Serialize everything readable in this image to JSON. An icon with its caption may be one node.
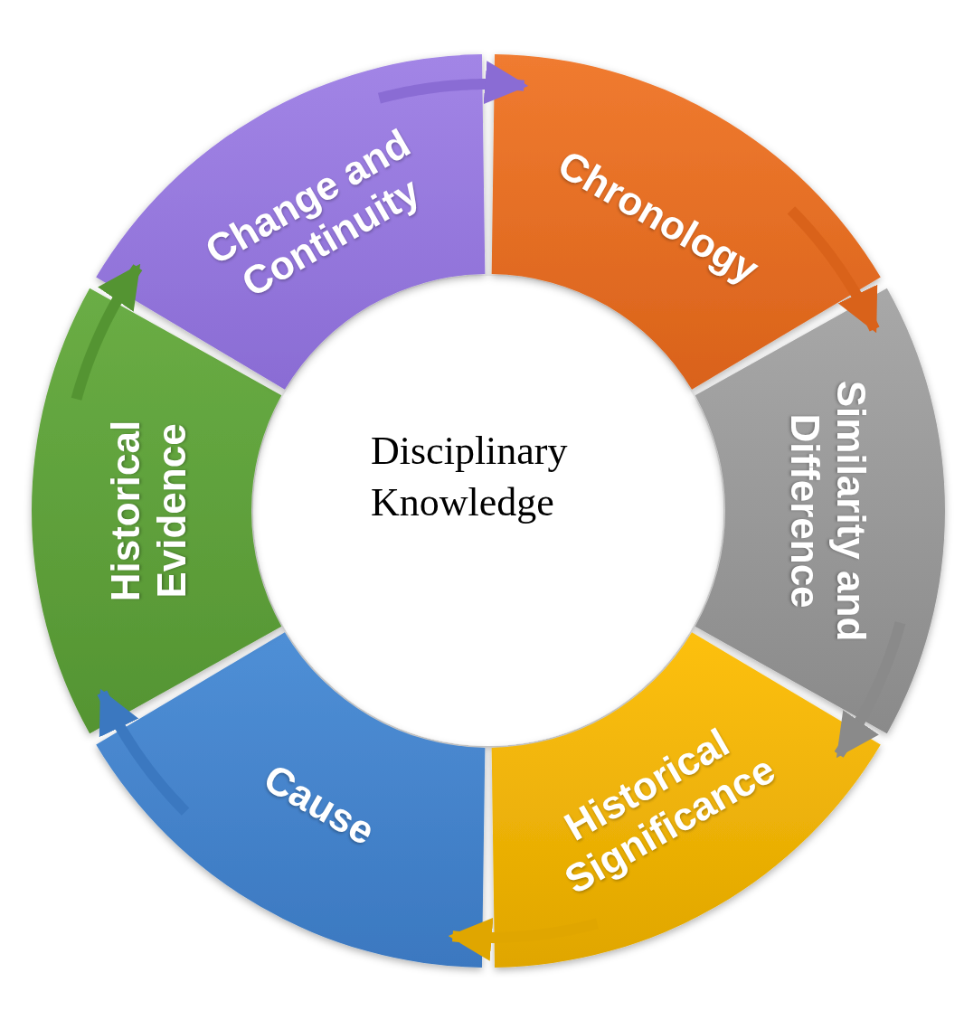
{
  "diagram": {
    "nodes": [
      {
        "text": [
          "Disciplinary Knowledge"
        ]
      },
      {
        "text": [
          "Chronology"
        ]
      },
      {
        "text": [
          "Similarity and Difference"
        ]
      },
      {
        "text": [
          "Historical Significance"
        ]
      },
      {
        "text": [
          "Cause"
        ]
      },
      {
        "text": [
          "Historical Evidence"
        ]
      },
      {
        "text": [
          "Change and Continuity"
        ]
      }
    ],
    "edges": [
      {
        "from": 1,
        "to": 2,
        "arrow": "to",
        "color": "#d9621a"
      },
      {
        "from": 2,
        "to": 3,
        "arrow": "to",
        "color": "#8a8a8a"
      },
      {
        "from": 3,
        "to": 4,
        "arrow": "to",
        "color": "#e0a600"
      },
      {
        "from": 4,
        "to": 5,
        "arrow": "to",
        "color": "#3b78c0"
      },
      {
        "from": 5,
        "to": 6,
        "arrow": "to",
        "color": "#549432"
      },
      {
        "from": 6,
        "to": 1,
        "arrow": "to",
        "color": "#8a6cd4"
      }
    ]
  }
}
